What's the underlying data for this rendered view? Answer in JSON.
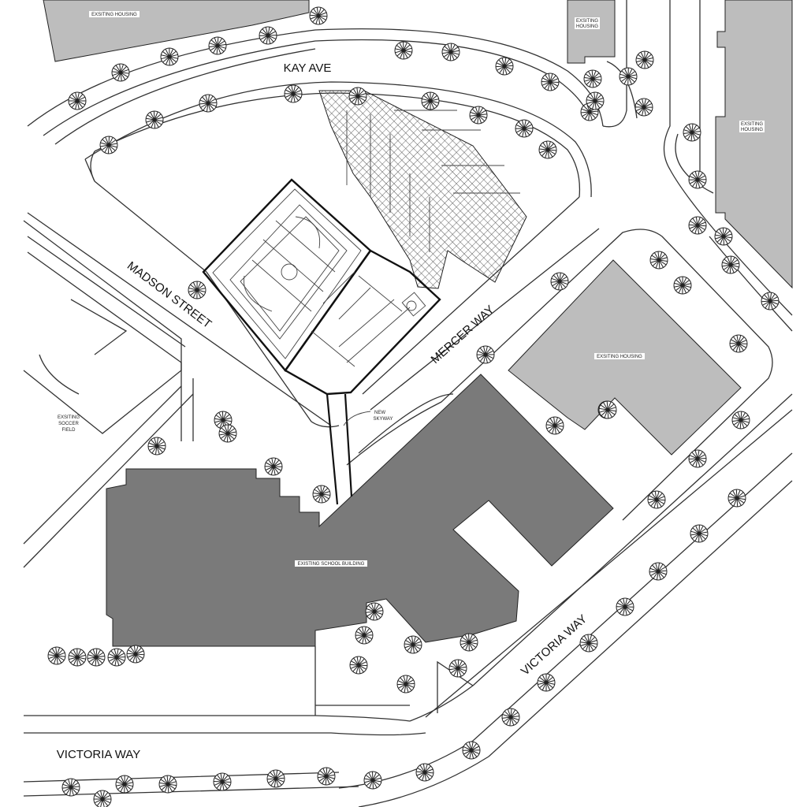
{
  "colors": {
    "existing_housing": "#bdbdbd",
    "existing_school": "#7a7a7a",
    "linework": "#222222",
    "background": "#ffffff"
  },
  "streets": {
    "kay_ave": "KAY AVE",
    "madson_street": "MADSON STREET",
    "mercer_way": "MERCER WAY",
    "victoria_way_diagonal": "VICTORIA WAY",
    "victoria_way_bottom": "VICTORIA WAY"
  },
  "buildings": {
    "housing_top_left": "EXSITING HOUSING",
    "housing_top_small": [
      "EXSITING",
      "HOUSING"
    ],
    "housing_right": [
      "EXSITING",
      "HOUSING"
    ],
    "housing_middle": "EXSITING HOUSING",
    "school": "EXISTING SCHOOL BUILDING",
    "soccer_field": [
      "EXSITING",
      "SOCCER",
      "FIELD"
    ],
    "skyway": [
      "NEW",
      "SKYWAY"
    ]
  }
}
